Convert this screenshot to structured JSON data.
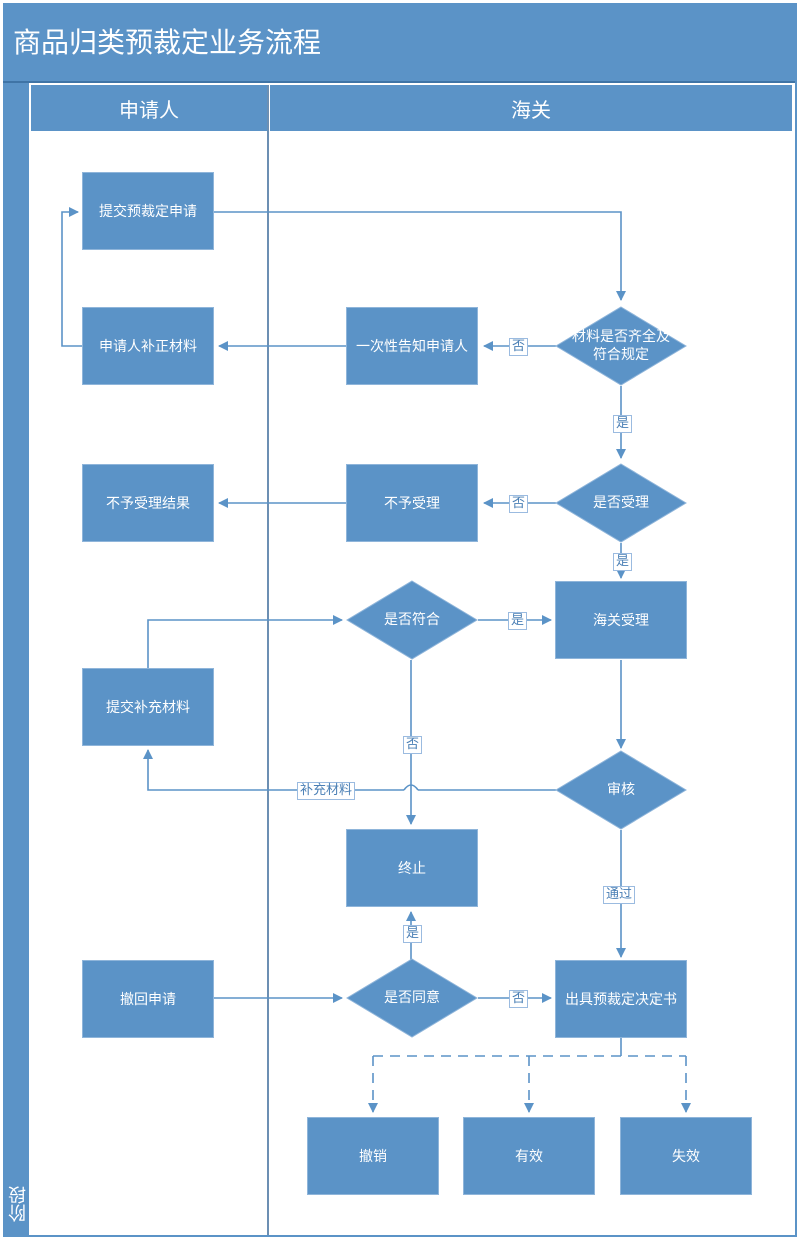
{
  "title": "商品归类预裁定业务流程",
  "phase_label": "阶段",
  "lanes": {
    "applicant": "申请人",
    "customs": "海关"
  },
  "nodes": {
    "submit": "提交预裁定申请",
    "supplement": "申请人补正材料",
    "notify": "一次性告知申请人",
    "check_material": "材料是否齐全及符合规定",
    "reject_result": "不予受理结果",
    "reject": "不予受理",
    "accept_decision": "是否受理",
    "comply": "是否符合",
    "customs_accept": "海关受理",
    "submit_supplement": "提交补充材料",
    "review": "审核",
    "terminate": "终止",
    "withdraw": "撤回申请",
    "agree": "是否同意",
    "issue": "出具预裁定决定书",
    "revoke": "撤销",
    "valid": "有效",
    "invalid": "失效"
  },
  "edge_labels": {
    "no_material": "否",
    "yes_material": "是",
    "no_accept": "否",
    "yes_accept": "是",
    "yes_comply": "是",
    "no_comply": "否",
    "supplement_materials": "补充材料",
    "pass": "通过",
    "yes_agree": "是",
    "no_agree": "否"
  },
  "colors": {
    "node_fill": "#5b93c7",
    "line": "#5b93c7",
    "header": "#5b93c7"
  }
}
